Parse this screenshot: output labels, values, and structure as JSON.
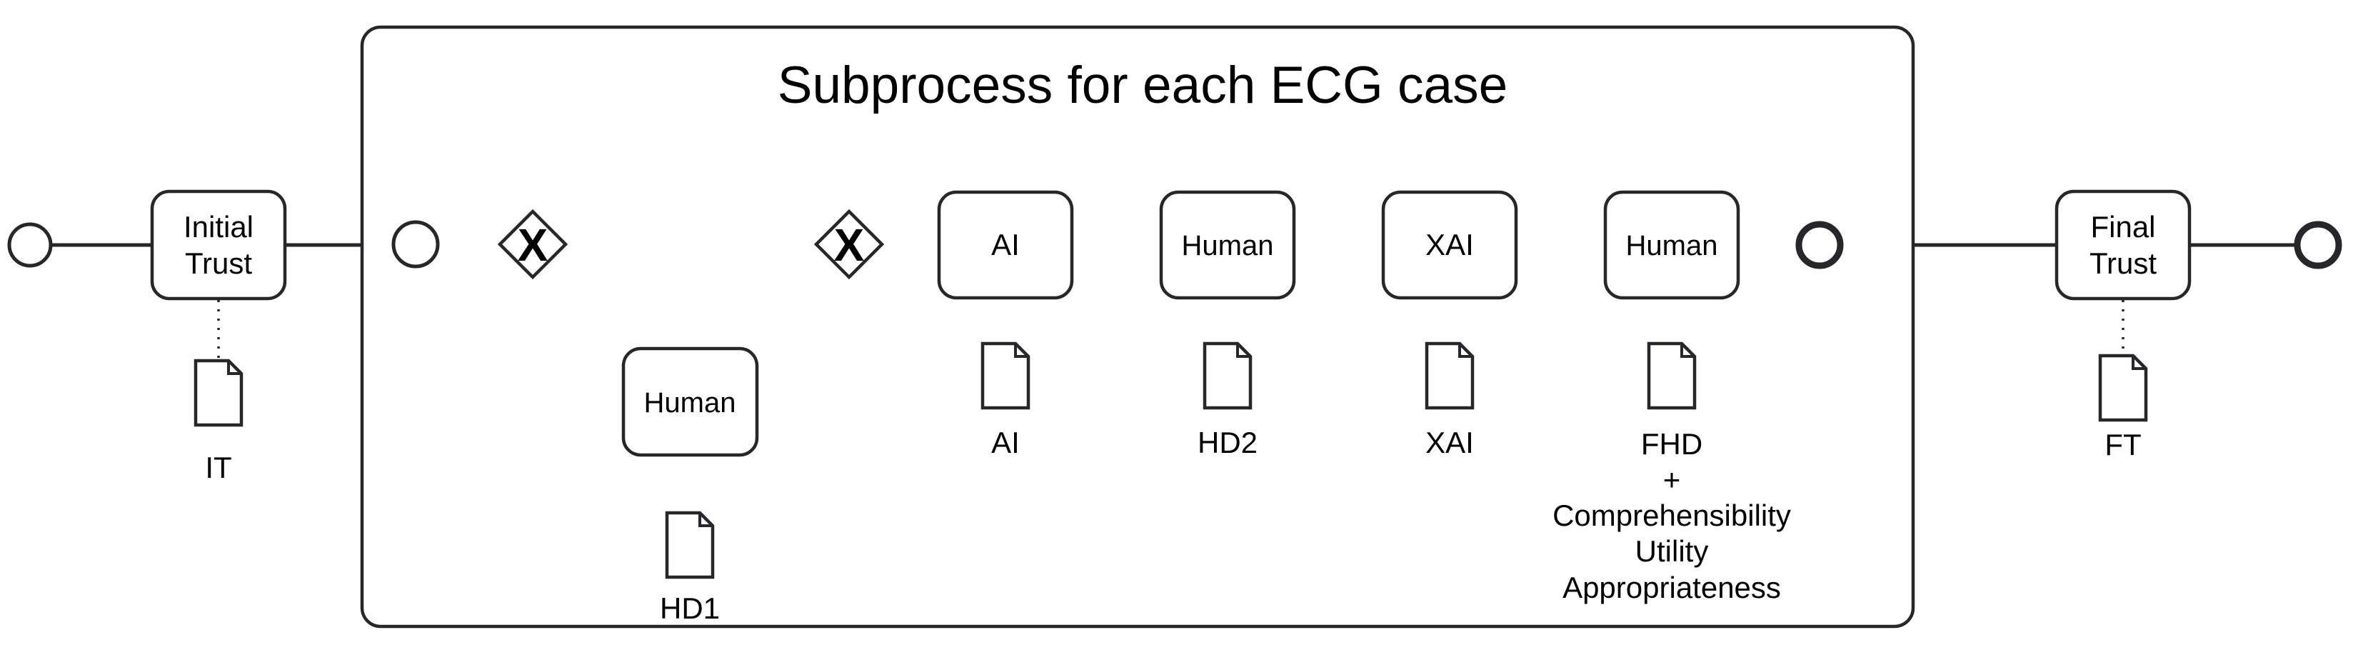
{
  "title": "Subprocess for each ECG case",
  "colors": {
    "background": "#ffffff",
    "stroke": "#26262b",
    "text": "#000000"
  },
  "tasks": {
    "initial_trust": {
      "line1": "Initial",
      "line2": "Trust"
    },
    "branch_human": {
      "label": "Human"
    },
    "ai": {
      "label": "AI"
    },
    "human_2": {
      "label": "Human"
    },
    "xai": {
      "label": "XAI"
    },
    "human_3": {
      "label": "Human"
    },
    "final_trust": {
      "line1": "Final",
      "line2": "Trust"
    }
  },
  "gateways": {
    "symbol": "X"
  },
  "documents": {
    "it": {
      "label": "IT"
    },
    "hd1": {
      "label": "HD1"
    },
    "ai": {
      "label": "AI"
    },
    "hd2": {
      "label": "HD2"
    },
    "xai": {
      "label": "XAI"
    },
    "fhd": {
      "lines": [
        "FHD",
        "+",
        "Comprehensibility",
        "Utility",
        "Appropriateness"
      ]
    },
    "ft": {
      "label": "FT"
    }
  }
}
